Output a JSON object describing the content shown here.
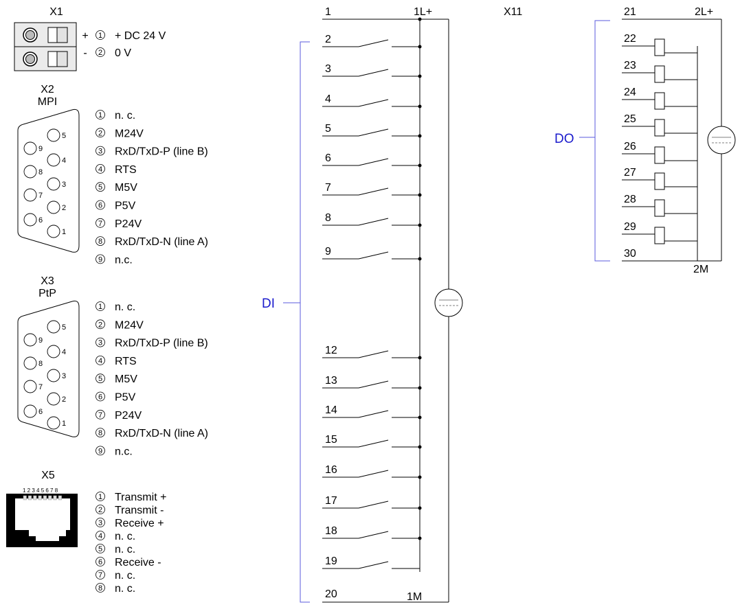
{
  "x1": {
    "title": "X1",
    "rows": [
      {
        "sign": "+",
        "num": "1",
        "text": "+ DC 24 V"
      },
      {
        "sign": "-",
        "num": "2",
        "text": "0 V"
      }
    ]
  },
  "x2": {
    "title": "X2",
    "subtitle": "MPI",
    "pins": [
      "5",
      "4",
      "3",
      "2",
      "1",
      "9",
      "8",
      "7",
      "6"
    ],
    "items": [
      {
        "num": "1",
        "text": "n. c."
      },
      {
        "num": "2",
        "text": "M24V"
      },
      {
        "num": "3",
        "text": "RxD/TxD-P (line B)"
      },
      {
        "num": "4",
        "text": "RTS"
      },
      {
        "num": "5",
        "text": "M5V"
      },
      {
        "num": "6",
        "text": "P5V"
      },
      {
        "num": "7",
        "text": "P24V"
      },
      {
        "num": "8",
        "text": "RxD/TxD-N (line A)"
      },
      {
        "num": "9",
        "text": "n.c."
      }
    ]
  },
  "x3": {
    "title": "X3",
    "subtitle": "PtP",
    "pins": [
      "5",
      "4",
      "3",
      "2",
      "1",
      "9",
      "8",
      "7",
      "6"
    ],
    "items": [
      {
        "num": "1",
        "text": "n. c."
      },
      {
        "num": "2",
        "text": "M24V"
      },
      {
        "num": "3",
        "text": "RxD/TxD-P (line B)"
      },
      {
        "num": "4",
        "text": "RTS"
      },
      {
        "num": "5",
        "text": "M5V"
      },
      {
        "num": "6",
        "text": "P5V"
      },
      {
        "num": "7",
        "text": "P24V"
      },
      {
        "num": "8",
        "text": "RxD/TxD-N (line A)"
      },
      {
        "num": "9",
        "text": "n.c."
      }
    ]
  },
  "x5": {
    "title": "X5",
    "pin_numbers": "1 2 3 4 5 6 7 8",
    "items": [
      {
        "num": "1",
        "text": "Transmit +"
      },
      {
        "num": "2",
        "text": "Transmit -"
      },
      {
        "num": "3",
        "text": "Receive +"
      },
      {
        "num": "4",
        "text": "n. c."
      },
      {
        "num": "5",
        "text": "n. c."
      },
      {
        "num": "6",
        "text": "Receive -"
      },
      {
        "num": "7",
        "text": "n. c."
      },
      {
        "num": "8",
        "text": "n. c."
      }
    ]
  },
  "x11": {
    "title": "X11",
    "di_label": "DI",
    "do_label": "DO",
    "l1_label": "1L+",
    "m1_label": "1M",
    "l2_label": "2L+",
    "m2_label": "2M",
    "di_terminals": [
      {
        "num": "1"
      },
      {
        "num": "2"
      },
      {
        "num": "3"
      },
      {
        "num": "4"
      },
      {
        "num": "5"
      },
      {
        "num": "6"
      },
      {
        "num": "7"
      },
      {
        "num": "8"
      },
      {
        "num": "9"
      },
      {
        "num": "12"
      },
      {
        "num": "13"
      },
      {
        "num": "14"
      },
      {
        "num": "15"
      },
      {
        "num": "16"
      },
      {
        "num": "17"
      },
      {
        "num": "18"
      },
      {
        "num": "19"
      },
      {
        "num": "20"
      }
    ],
    "do_terminals": [
      {
        "num": "21"
      },
      {
        "num": "22"
      },
      {
        "num": "23"
      },
      {
        "num": "24"
      },
      {
        "num": "25"
      },
      {
        "num": "26"
      },
      {
        "num": "27"
      },
      {
        "num": "28"
      },
      {
        "num": "29"
      },
      {
        "num": "30"
      }
    ]
  }
}
